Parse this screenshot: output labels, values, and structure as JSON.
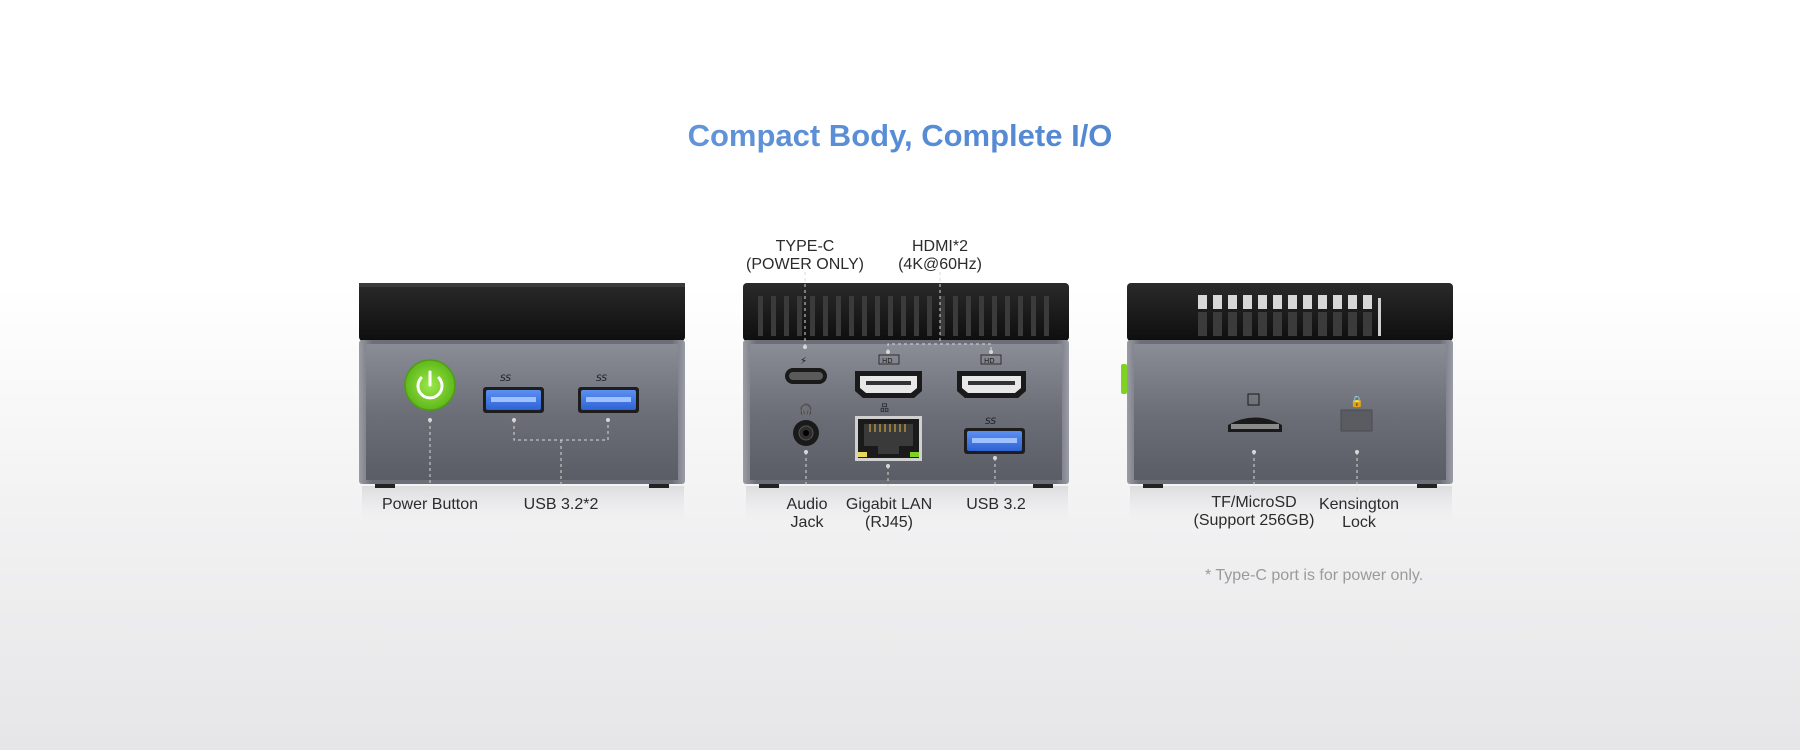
{
  "title": "Compact Body, Complete I/O",
  "front": {
    "power_label": "Power Button",
    "usb_label": "USB 3.2*2",
    "usb_badge": "SS"
  },
  "back": {
    "typec_label_line1": "TYPE-C",
    "typec_label_line2": "(POWER ONLY)",
    "hdmi_label_line1": "HDMI*2",
    "hdmi_label_line2": "(4K@60Hz)",
    "audio_label_line1": "Audio",
    "audio_label_line2": "Jack",
    "lan_label_line1": "Gigabit LAN",
    "lan_label_line2": "(RJ45)",
    "usb_label": "USB 3.2",
    "hdmi_badge": "HD",
    "usb_badge": "SS"
  },
  "side": {
    "tf_label_line1": "TF/MicroSD",
    "tf_label_line2": "(Support 256GB)",
    "lock_label_line1": "Kensington",
    "lock_label_line2": "Lock"
  },
  "footnote": "* Type-C port is for power only.",
  "colors": {
    "title": "#5b8fd6",
    "power_green": "#7ed321",
    "usb_blue": "#3f74e0",
    "body_metal": "#6a6d76",
    "top_black": "#141414"
  }
}
